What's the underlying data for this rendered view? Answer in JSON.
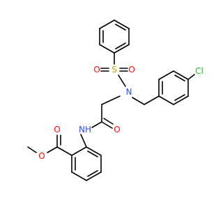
{
  "colors": {
    "bond": "#000000",
    "N": "#3050F8",
    "O": "#FF0D0D",
    "S": "#C8A000",
    "Cl": "#1FBF1F",
    "H": "#3050F8"
  },
  "atoms": {
    "O1": "O",
    "S1": "S",
    "O2": "O",
    "N1": "N",
    "Cl1": "Cl",
    "O3": "O",
    "NH1": "NH",
    "O4": "O",
    "O5": "O"
  }
}
